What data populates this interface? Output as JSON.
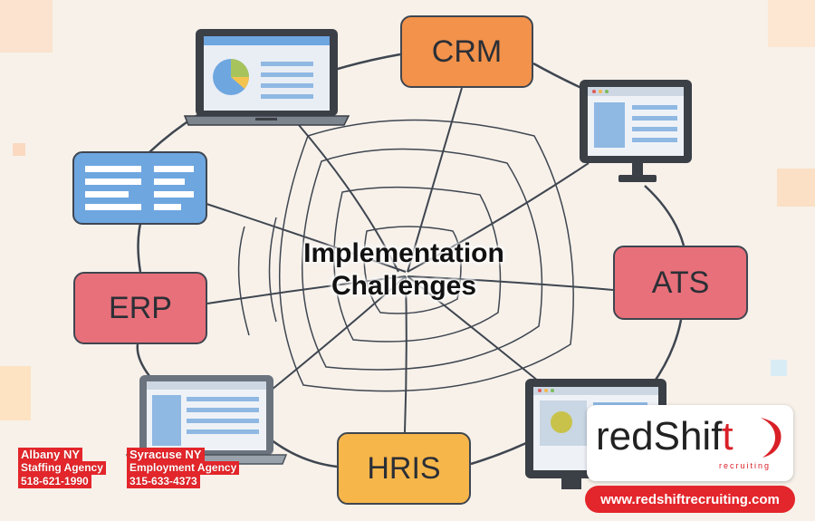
{
  "center": {
    "line1": "Implementation",
    "line2": "Challenges"
  },
  "nodes": {
    "crm": "CRM",
    "ats": "ATS",
    "erp": "ERP",
    "hris": "HRIS"
  },
  "offices": [
    {
      "city": "Albany NY",
      "role": "Staffing Agency",
      "phone": "518-621-1990"
    },
    {
      "city": "Syracuse NY",
      "role": "Employment Agency",
      "phone": "315-633-4373"
    }
  ],
  "logo": {
    "main": "redShif",
    "accent": "t",
    "sub": "recruiting"
  },
  "website": "www.redshiftrecruiting.com",
  "colors": {
    "crm": "#f2924b",
    "ats": "#e8707a",
    "erp": "#e8707a",
    "hris": "#f7b64a",
    "brand_red": "#e3262b",
    "screen_blue": "#6ea6e0"
  },
  "icons": [
    "laptop-pie-chart-icon",
    "monitor-icon",
    "document-icon",
    "laptop-dashboard-icon",
    "monitor-image-icon"
  ]
}
